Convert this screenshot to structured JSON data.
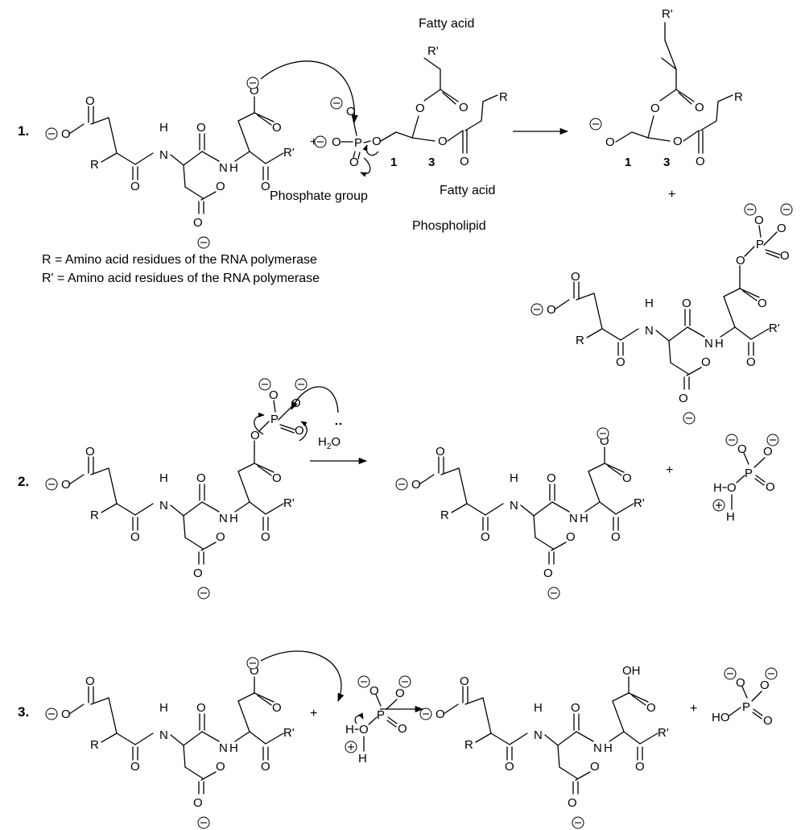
{
  "steps": [
    "1.",
    "2.",
    "3."
  ],
  "labels": {
    "fatty_acid": "Fatty acid",
    "phosphate_group": "Phosphate group",
    "phospholipid": "Phospholipid",
    "r_def": "R = Amino acid residues of the RNA polymerase",
    "r_prime_def": "R' = Amino acid residues of the RNA polymerase",
    "water": "H",
    "water_sub": "2",
    "water_o": "O",
    "plus": "+",
    "carbon_1": "1",
    "carbon_3": "3"
  },
  "atoms": {
    "O": "O",
    "H": "H",
    "N": "N",
    "P": "P",
    "R": "R",
    "R_prime": "R'",
    "OH": "OH",
    "HO": "HO"
  }
}
